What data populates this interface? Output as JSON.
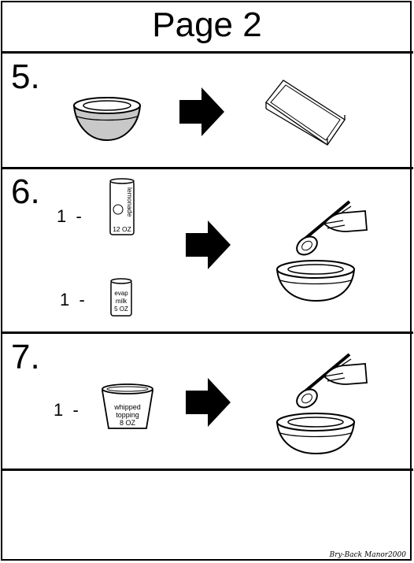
{
  "page": {
    "title": "Page 2"
  },
  "steps": [
    {
      "number": "5."
    },
    {
      "number": "6.",
      "ingredients": [
        {
          "quantity": "1  -",
          "container": "can",
          "label_lines": [
            "lemonade",
            "12 OZ"
          ]
        },
        {
          "quantity": "1  -",
          "container": "can",
          "label_lines": [
            "evap",
            "milk",
            "5 OZ"
          ]
        }
      ]
    },
    {
      "number": "7.",
      "ingredients": [
        {
          "quantity": "1  -",
          "container": "tub",
          "label_lines": [
            "whipped",
            "topping",
            "8 OZ"
          ]
        }
      ]
    }
  ],
  "icons": [
    "mixing-bowl-icon",
    "arrow-right-icon",
    "baking-pan-icon",
    "can-icon",
    "hand-spoon-icon",
    "tub-icon"
  ],
  "watermark": "Bry-Back Manor2000"
}
